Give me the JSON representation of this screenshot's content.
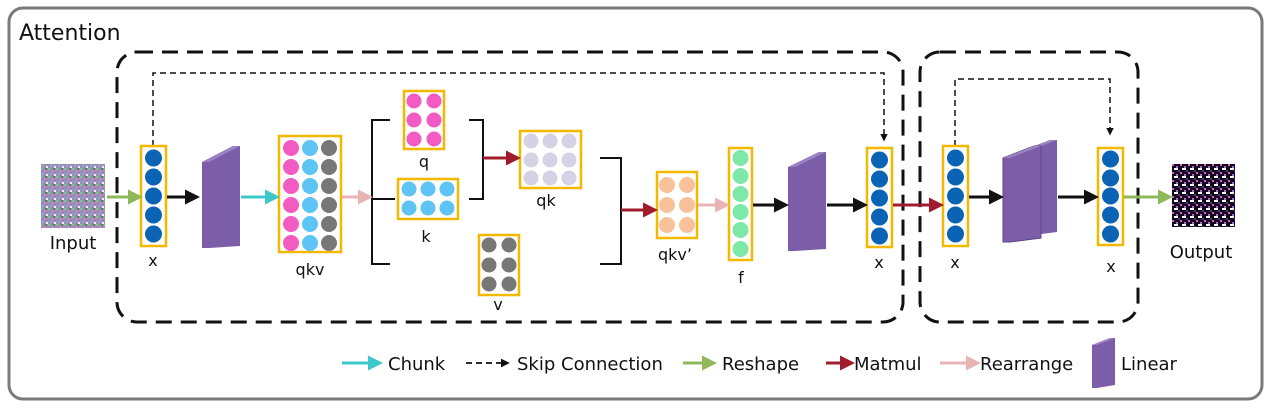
{
  "title": "Attention",
  "labels": {
    "input": "Input",
    "output": "Output",
    "x1": "x",
    "qkv": "qkv",
    "q": "q",
    "k": "k",
    "v": "v",
    "qk": "qk",
    "qkv_prime": "qkv’",
    "f": "f",
    "x2": "x",
    "x3": "x",
    "x4": "x"
  },
  "legend": {
    "chunk": "Chunk",
    "skip": "Skip Connection",
    "reshape": "Reshape",
    "matmul": "Matmul",
    "rearrange": "Rearrange",
    "linear": "Linear"
  },
  "colors": {
    "chunk": "#3cc8c8",
    "skip": "#111111",
    "reshape": "#8fb85a",
    "matmul": "#a01c2c",
    "rearrange": "#e8b4b4",
    "linear": "#7b5ea7",
    "vector_border": "#f5b800",
    "dark_blue": "#0a63b5",
    "pink": "#f25cc2",
    "light_blue": "#5ec4f5",
    "gray": "#777777",
    "lavender": "#d6d2e6",
    "peach": "#f7c29a",
    "mint": "#7de8a8"
  }
}
